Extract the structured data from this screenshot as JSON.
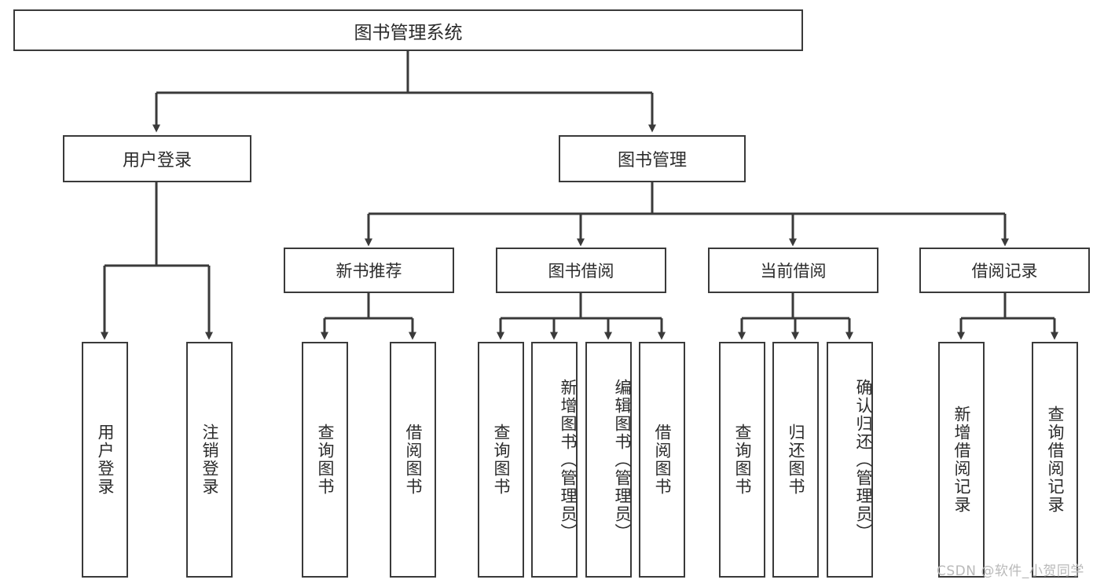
{
  "diagram": {
    "title": "图书管理系统",
    "type": "tree-hierarchy",
    "colors": {
      "node_border": "#3a3a3a",
      "node_fill": "#ffffff",
      "edge": "#3a3a3a",
      "text": "#2b2b2b",
      "watermark": "#b9b9b9",
      "background": "#ffffff"
    }
  },
  "root": {
    "label": "图书管理系统"
  },
  "level1": [
    {
      "label": "用户登录"
    },
    {
      "label": "图书管理"
    }
  ],
  "level2": [
    {
      "label": "新书推荐"
    },
    {
      "label": "图书借阅"
    },
    {
      "label": "当前借阅"
    },
    {
      "label": "借阅记录"
    }
  ],
  "leaves": {
    "user_login": [
      {
        "label": "用户登录"
      },
      {
        "label": "注销登录"
      }
    ],
    "new_book_recommend": [
      {
        "label": "查询图书"
      },
      {
        "label": "借阅图书"
      }
    ],
    "book_borrow": [
      {
        "label": "查询图书"
      },
      {
        "label": "新增图书（管理员）"
      },
      {
        "label": "编辑图书（管理员）"
      },
      {
        "label": "借阅图书"
      }
    ],
    "current_borrow": [
      {
        "label": "查询图书"
      },
      {
        "label": "归还图书"
      },
      {
        "label": "确认归还（管理员）"
      }
    ],
    "borrow_record": [
      {
        "label": "新增借阅记录"
      },
      {
        "label": "查询借阅记录"
      }
    ]
  },
  "watermark": {
    "text": "CSDN @软件_小贺同学"
  }
}
